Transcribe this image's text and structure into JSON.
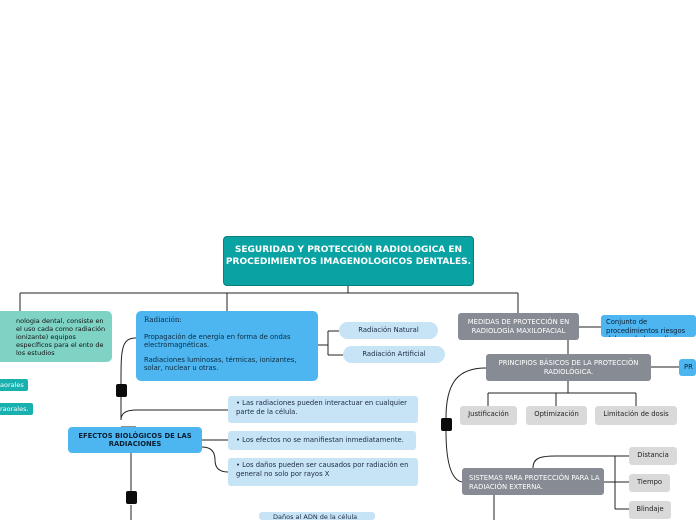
{
  "root": {
    "title": "SEGURIDAD Y PROTECCIÓN RADIOLOGICA EN PROCEDIMIENTOS IMAGENOLOGICOS DENTALES."
  },
  "left_branch": {
    "description": "nologia dental, consiste en el uso cada como radiación ionizante) equipos específicos para el ento de los estudios",
    "chip1": "aorales",
    "chip2": "raorales."
  },
  "radiacion": {
    "title": "Radiación:",
    "line1": "Propagación de energía en forma de ondas electromagnéticas.",
    "line2": "Radiaciones luminosas, térmicas, ionizantes, solar, nuclear u otras.",
    "natural": "Radiación Natural",
    "artificial": "Radiación Artificial"
  },
  "efectos": {
    "title": "EFECTOS BIOLÓGICOS DE LAS RADIACIONES",
    "items": [
      "• Las radiaciones pueden interactuar en cualquier parte de la célula.",
      "• Los efectos no se manifiestan inmediatamente.",
      "• Los daños pueden ser causados por radiación en general no solo por rayos X"
    ],
    "partial": "Daños al ADN de la célula"
  },
  "medidas": {
    "title": "MEDIDAS DE PROTECCIÓN EN RADIOLOGÍA MAXILOFACIAL",
    "note": "Conjunto de procedimientos riesgos del uso de las radia",
    "principios": "PRINCIPIOS BÁSICOS DE LA PROTECCIÓN RADIOLÓGICA.",
    "principios_note": "PR",
    "principles": [
      "Justificación",
      "Optimización",
      "Limitación de dosis"
    ],
    "sistemas": "SISTEMAS PARA PROTECCIÓN PARA LA RADIACIÓN EXTERNA.",
    "factors": [
      "Distancia",
      "Tiempo",
      "Blindaje"
    ]
  },
  "colors": {
    "root": "#0aa3a3",
    "blue": "#4db6f0",
    "light_blue": "#c7e3f6",
    "gray": "#878c94",
    "light_gray": "#d9d9d9",
    "teal_light": "#7fd3c5"
  }
}
